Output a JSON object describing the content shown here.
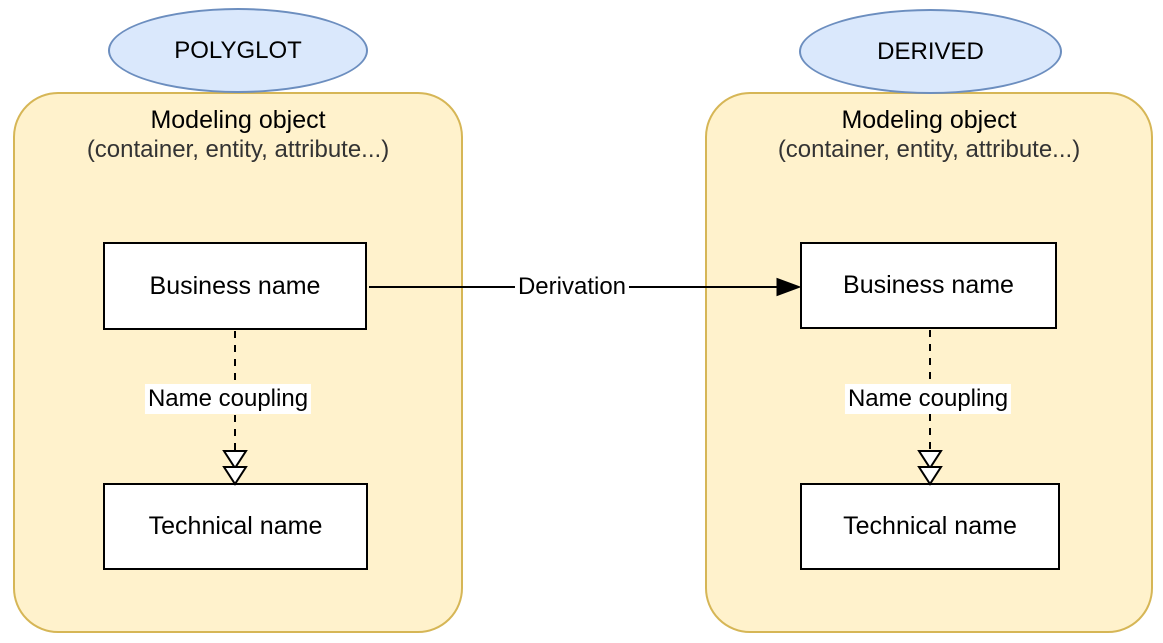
{
  "diagram": {
    "kind": "concept-diagram",
    "background_color": "#ffffff",
    "colors": {
      "container_fill": "#fff2cc",
      "container_stroke": "#d6b656",
      "ellipse_fill": "#dae8fc",
      "ellipse_stroke": "#6c8ebf",
      "box_fill": "#ffffff",
      "box_stroke": "#000000",
      "connector": "#000000",
      "edge_label_background": "#ffffff"
    },
    "left": {
      "tag": "POLYGLOT",
      "title": "Modeling object",
      "subtitle": "(container, entity, attribute...)",
      "business": "Business name",
      "technical": "Technical name",
      "coupling": "Name coupling"
    },
    "right": {
      "tag": "DERIVED",
      "title": "Modeling object",
      "subtitle": "(container, entity, attribute...)",
      "business": "Business name",
      "technical": "Technical name",
      "coupling": "Name coupling"
    },
    "derivation": "Derivation"
  }
}
